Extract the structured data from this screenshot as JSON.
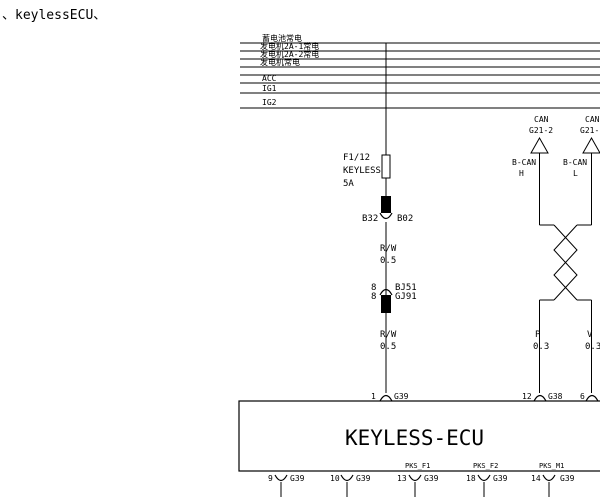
{
  "caption": "、keylessECU、",
  "bus_lines": [
    "蓄电池常电",
    "发电机2A-1常电",
    "发电机2A-2常电",
    "发电机常电",
    "ACC",
    "IG1",
    "IG2"
  ],
  "fuse": {
    "id": "F1/12",
    "name": "KEYLESS",
    "rating": "5A"
  },
  "connector_b": {
    "left": "B32",
    "right": "B02"
  },
  "wire_rw_1": {
    "color": "R/W",
    "size": "0.5"
  },
  "connector_bj": {
    "pin_top": "8",
    "pin_bottom": "8",
    "top": "BJ51",
    "bottom": "GJ91"
  },
  "wire_rw_2": {
    "color": "R/W",
    "size": "0.5"
  },
  "can": {
    "h": {
      "net": "CAN",
      "conn": "G21-2",
      "name": "B-CAN",
      "side": "H"
    },
    "l": {
      "net": "CAN",
      "conn": "G21-",
      "name": "B-CAN",
      "side": "L"
    }
  },
  "wire_p": {
    "color": "P",
    "size": "0.3"
  },
  "wire_v": {
    "color": "V",
    "size": "0.3"
  },
  "ecu": {
    "title": "KEYLESS-ECU",
    "top_pins": [
      {
        "pin": "1",
        "conn": "G39"
      },
      {
        "pin": "12",
        "conn": "G38"
      },
      {
        "pin": "6",
        "conn": ""
      }
    ],
    "bottom_pins": [
      {
        "pin": "9",
        "conn": "G39",
        "label": ""
      },
      {
        "pin": "10",
        "conn": "G39",
        "label": ""
      },
      {
        "pin": "13",
        "conn": "G39",
        "label": "PKS_F1"
      },
      {
        "pin": "18",
        "conn": "G39",
        "label": "PKS_F2"
      },
      {
        "pin": "14",
        "conn": "G39",
        "label": "PKS_M1"
      }
    ]
  }
}
